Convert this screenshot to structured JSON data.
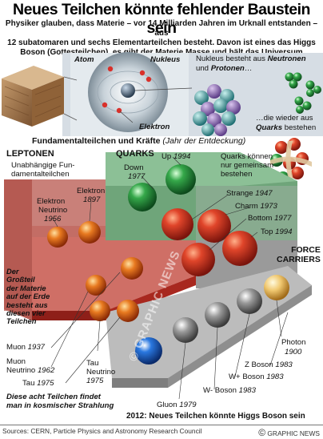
{
  "header": {
    "title": "Neues Teilchen könnte fehlender Baustein sein",
    "intro_lines": [
      "Physiker glauben, dass Materie – vor 14 Milliarden Jahren im Urknall entstanden – aus",
      "12 subatomaren und sechs Elementarteilchen besteht. Davon ist eines das Higgs",
      "Boson (Gottesteilchen), es gibt der Materie Masse und hält das Universum zusammen"
    ]
  },
  "atom_panel": {
    "atom": "Atom",
    "nukleus": "Nukleus",
    "elektron": "Elektron",
    "nucleus_text_1": "Nukleus besteht aus",
    "neutronen": "Neutronen",
    "nucleus_text_2": "und",
    "protonen": "Protonen",
    "nucleus_text_3": "…",
    "quark_text_1": "…die wieder aus",
    "quarks": "Quarks",
    "quark_text_2": "bestehen"
  },
  "particles": {
    "section_title": "Fundamentalteilchen und Kräfte",
    "section_note": "(Jahr der Entdeckung)",
    "leptonen": "LEPTONEN",
    "leptonen_sub_1": "Unabhängige Fun-",
    "leptonen_sub_2": "damentalteilchen",
    "quarks_header": "QUARKS",
    "quarks_note_1": "Quarks können",
    "quarks_note_2": "nur gemeinsam",
    "quarks_note_3": "bestehen",
    "force_1": "FORCE",
    "force_2": "CARRIERS",
    "labels": {
      "elektron_neutrino_1": "Elektron",
      "elektron_neutrino_2": "Neutrino",
      "elektron_neutrino_year": "1956",
      "elektron": "Elektron",
      "elektron_year": "1897",
      "down": "Down",
      "down_year": "1977",
      "up": "Up",
      "up_year": "1994",
      "strange": "Strange",
      "strange_year": "1947",
      "charm": "Charm",
      "charm_year": "1973",
      "bottom": "Bottom",
      "bottom_year": "1977",
      "top": "Top",
      "top_year": "1994",
      "muon": "Muon",
      "muon_year": "1937",
      "muon_neutrino_1": "Muon",
      "muon_neutrino_2": "Neutrino",
      "muon_neutrino_year": "1962",
      "tau": "Tau",
      "tau_year": "1975",
      "tau_neutrino_1": "Tau",
      "tau_neutrino_2": "Neutrino",
      "tau_neutrino_year": "1975",
      "gluon": "Gluon",
      "gluon_year": "1979",
      "wminus": "W- Boson",
      "wminus_year": "1983",
      "wplus": "W+ Boson",
      "wplus_year": "1983",
      "z": "Z Boson",
      "z_year": "1983",
      "photon": "Photon",
      "photon_year": "1900"
    },
    "matter_note": [
      "Der",
      "Großteil",
      "der Materie",
      "auf der Erde",
      "besteht aus",
      "diesen vier",
      "Teilchen"
    ],
    "cosmic_note_1": "Diese acht Teilchen findet",
    "cosmic_note_2": "man in kosmischer Strahlung",
    "higgs_note": "2012: Neues Teilchen könnte Higgs Boson sein"
  },
  "watermark": "© GRAPHIC NEWS",
  "footer": {
    "sources": "Sources: CERN, Particle Physics and Astronomy Research Council",
    "credit_symbol": "©",
    "credit": "GRAPHIC NEWS"
  },
  "colors": {
    "lepton_red": "#b3322b",
    "quark_green": "#2f8c4a",
    "force_gray": "#8a8a8a",
    "higgs_blue": "#1a5fc2",
    "photon_yellow": "#e8c060"
  }
}
